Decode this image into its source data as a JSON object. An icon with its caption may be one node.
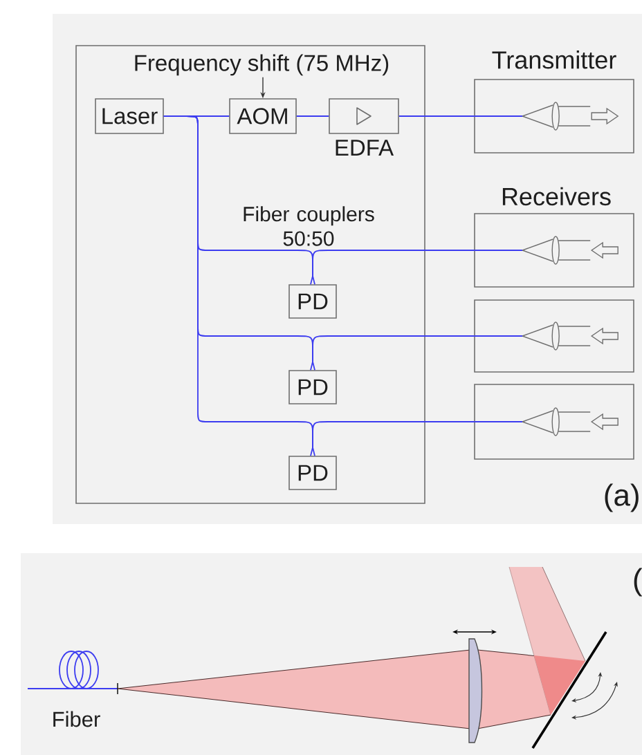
{
  "diagram": {
    "nodes": [
      {
        "text": [],
        "shape": "box"
      },
      {
        "text": [
          "Frequency shift (75 MHz)"
        ],
        "in": 0
      },
      {
        "text": [
          "Laser"
        ],
        "in": 0
      },
      {
        "text": [
          "AOM"
        ],
        "in": 0
      },
      {
        "text": [
          "EDFA"
        ],
        "in": 0
      },
      {
        "text": [
          "PD"
        ],
        "in": 0
      },
      {
        "text": [
          "PD"
        ],
        "in": 0
      },
      {
        "text": [
          "PD"
        ],
        "in": 0
      },
      {
        "text": [
          "Transmitter"
        ]
      },
      {
        "text": [],
        "shape": "box"
      },
      {
        "text": [],
        "shape": "box"
      },
      {
        "text": [],
        "shape": "box"
      }
    ],
    "edges": [
      {
        "from": 1,
        "to": 3,
        "arrow": "to",
        "color": "#333333"
      },
      {
        "from": 2,
        "to": 3,
        "arrow": "none"
      },
      {
        "from": 3,
        "to": 4,
        "arrow": "none"
      },
      {
        "from": 4,
        "to": 8,
        "arrow": "none"
      },
      {
        "from": 2,
        "to": 5,
        "arrow": "none"
      },
      {
        "from": 9,
        "to": 5,
        "arrow": "none"
      },
      {
        "from": 2,
        "to": 6,
        "arrow": "none"
      },
      {
        "from": 10,
        "to": 6,
        "arrow": "none"
      },
      {
        "from": 2,
        "to": 7,
        "arrow": "none"
      },
      {
        "from": 11,
        "to": 7,
        "arrow": "none"
      }
    ],
    "labels": [
      "Receivers",
      "Fiber couplers 50:50",
      "(a)",
      "(",
      "Fiber"
    ]
  }
}
